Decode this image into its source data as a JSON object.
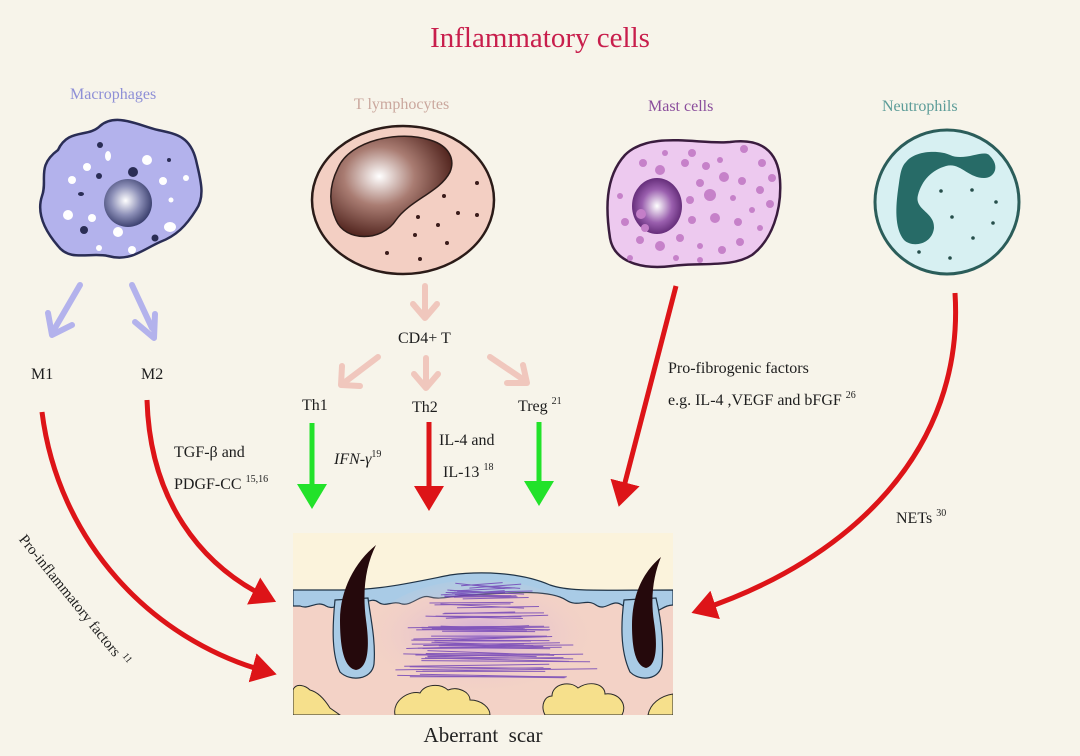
{
  "title": "Inflammatory cells",
  "colors": {
    "background": "#f7f4ea",
    "title": "#c81e4c",
    "pro_arrow": "#dd1418",
    "anti_arrow": "#22e22a",
    "macrophage": "#b3b2ec",
    "t_cell": "#f3cfc3",
    "mast_cell": "#edc9ef",
    "neutrophil": "#d7f0f2"
  },
  "cells": {
    "macrophages": {
      "label": "Macrophages",
      "label_color": "#8e8fd6"
    },
    "t_lymphocytes": {
      "label": "T lymphocytes",
      "label_color": "#caa79d"
    },
    "mast_cells": {
      "label": "Mast cells",
      "label_color": "#8a4d9c"
    },
    "neutrophils": {
      "label": "Neutrophils",
      "label_color": "#5c9c98"
    }
  },
  "subtypes": {
    "m1": "M1",
    "m2": "M2",
    "cd4": "CD4+ T",
    "th1": "Th1",
    "th2": "Th2",
    "treg": "Treg",
    "treg_ref": "21"
  },
  "factors": {
    "m2_line1": "TGF-β and",
    "m2_line2": "PDGF-CC",
    "m2_ref": "15,16",
    "th1_factor": "IFN-γ",
    "th1_ref": "19",
    "th2_line1": "IL-4 and",
    "th2_line2": "IL-13",
    "th2_ref": "18",
    "mast_line1": "Pro-fibrogenic factors",
    "mast_line2": "e.g. IL-4 ,VEGF and bFGF",
    "mast_ref": "26",
    "m1_factor": "Pro-inflammatory factors",
    "m1_ref": "11",
    "neutrophil_factor": "NETs",
    "neutrophil_ref": "30"
  },
  "target": {
    "label": "Aberrant  scar"
  }
}
